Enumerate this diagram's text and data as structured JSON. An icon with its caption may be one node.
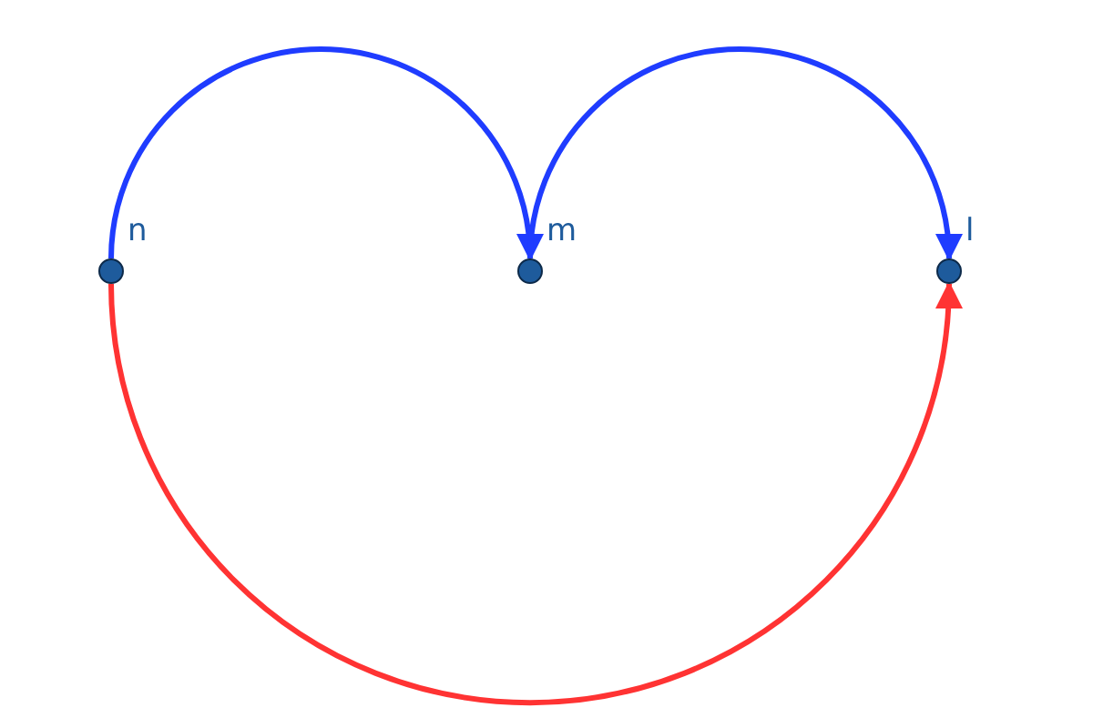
{
  "diagram": {
    "nodes": [
      {
        "text": [],
        "shape": "circle",
        "beside": [
          "n"
        ]
      },
      {
        "text": [],
        "shape": "circle",
        "beside": [
          "m"
        ]
      },
      {
        "text": [],
        "shape": "circle",
        "beside": [
          "l"
        ]
      }
    ],
    "edges": [
      {
        "from": 0,
        "to": 1,
        "arrow": "to"
      },
      {
        "from": 1,
        "to": 2,
        "arrow": "to"
      },
      {
        "from": 0,
        "to": 2,
        "arrow": "to",
        "color": "#ff3333"
      }
    ]
  }
}
